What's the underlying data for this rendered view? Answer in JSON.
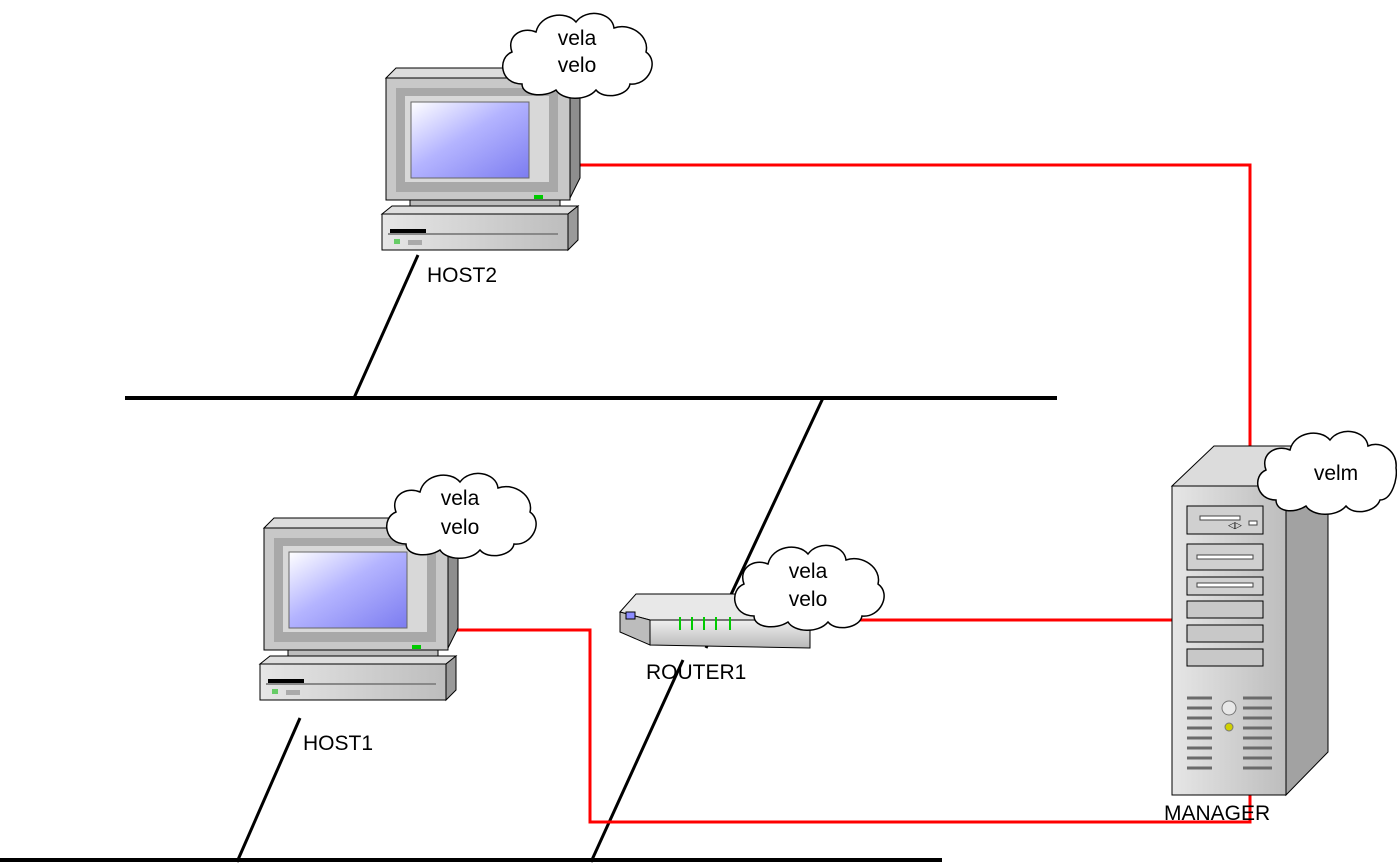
{
  "nodes": {
    "host2": {
      "label": "HOST2",
      "cloud_lines": [
        "vela",
        "velo"
      ]
    },
    "host1": {
      "label": "HOST1",
      "cloud_lines": [
        "vela",
        "velo"
      ]
    },
    "router1": {
      "label": "ROUTER1",
      "cloud_lines": [
        "vela",
        "velo"
      ]
    },
    "manager": {
      "label": "MANAGER",
      "cloud_lines": [
        "velm"
      ]
    }
  },
  "colors": {
    "network_link": "#000000",
    "management_link": "#ff0000",
    "screen_gradient_start": "#ffffff",
    "screen_gradient_end": "#8c8cff",
    "case_gray": "#c0c0c0",
    "led_green": "#00cc00"
  }
}
